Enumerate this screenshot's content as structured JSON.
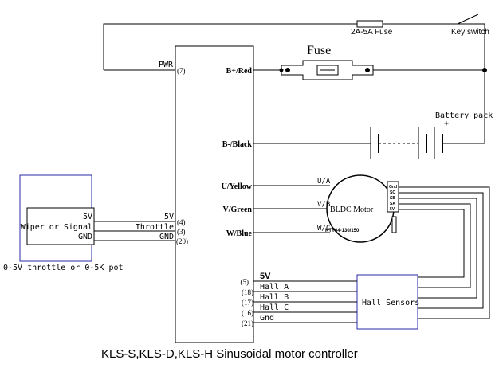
{
  "title": "KLS-S,KLS-D,KLS-H Sinusoidal motor controller",
  "fuse_top": "2A-5A Fuse",
  "key_switch": "Key switch",
  "fuse_label": "Fuse",
  "battery_pack": "Battery pack",
  "battery_plus": "+",
  "controller": {
    "pwr": "PWR",
    "pin7": "(7)",
    "b_plus": "B+/Red",
    "b_minus": "B-/Black",
    "u": "U/Yellow",
    "v": "V/Green",
    "w": "W/Blue",
    "left_5v": "5V",
    "left_throttle": "Throttle",
    "left_gnd": "GND",
    "pin4": "(4)",
    "pin3": "(3)",
    "pin20": "(20)"
  },
  "throttle_box": {
    "label": "Wiper or Signal",
    "v5": "5V",
    "gnd": "GND",
    "caption": "0-5V throttle or 0-5K pot"
  },
  "motor": {
    "label": "BLDC Motor",
    "model": "KTY84-130/150",
    "u": "U/A",
    "v": "V/B",
    "w": "W/C",
    "pins": [
      "Gnd",
      "SC",
      "SB",
      "SA",
      "5V"
    ]
  },
  "hall": {
    "box": "Hall Sensors",
    "lines": [
      "5V",
      "Hall A",
      "Hall B",
      "Hall C",
      "Gnd"
    ],
    "pins": [
      "(5)",
      "(18)",
      "(17)",
      "(16)",
      "(21)"
    ]
  }
}
